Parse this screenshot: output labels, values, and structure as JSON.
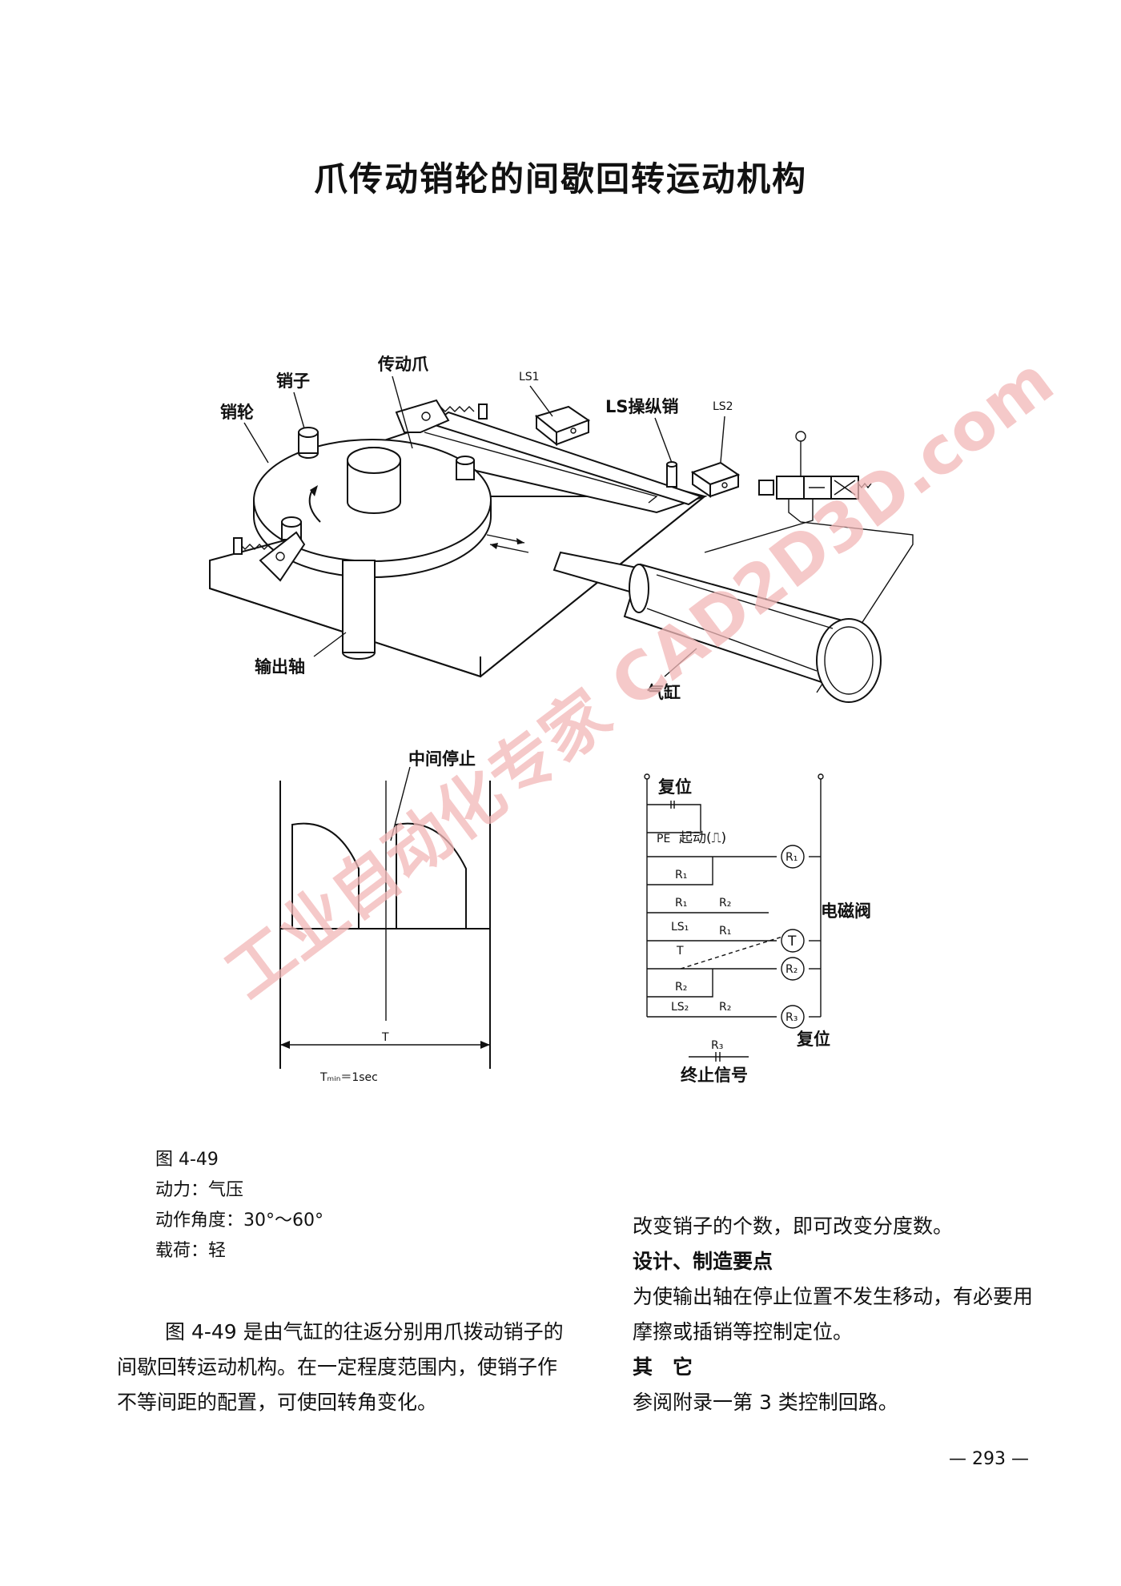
{
  "title": "爪传动销轮的间歇回转运动机构",
  "diagram": {
    "labels": {
      "pin_wheel": "销轮",
      "pin": "销子",
      "drive_claw": "传动爪",
      "ls1": "LS1",
      "ls_pin": "LS操纵销",
      "ls2": "LS2",
      "output_shaft": "输出轴",
      "cylinder": "气缸"
    }
  },
  "timing": {
    "stop_label": "中间停止",
    "period_label": "T",
    "tmin_label": "Tₘᵢₙ＝1sec"
  },
  "circuit": {
    "reset_top": "复位",
    "pe": "PE",
    "start": "起动(⎍)",
    "r1": "R₁",
    "r2": "R₂",
    "r3": "R₃",
    "t": "T",
    "ls1": "LS₁",
    "ls2": "LS₂",
    "solenoid": "电磁阀",
    "reset_bottom": "复位",
    "end_signal": "终止信号"
  },
  "watermark": "工业自动化专家 CAD2D3D.com",
  "figure": {
    "number": "图 4-49",
    "power": "动力：气压",
    "angle": "动作角度：30°～60°",
    "load": "载荷：轻"
  },
  "body_left": "图 4-49 是由气缸的往返分别用爪拨动销子的间歇回转运动机构。在一定程度范围内，使销子作不等间距的配置，可使回转角变化。",
  "right": {
    "p1": "改变销子的个数，即可改变分度数。",
    "h1": "设计、制造要点",
    "p2": "为使输出轴在停止位置不发生移动，有必要用摩擦或插销等控制定位。",
    "h2": "其　它",
    "p3": "参阅附录一第 3 类控制回路。"
  },
  "page_number": "— 293 —"
}
